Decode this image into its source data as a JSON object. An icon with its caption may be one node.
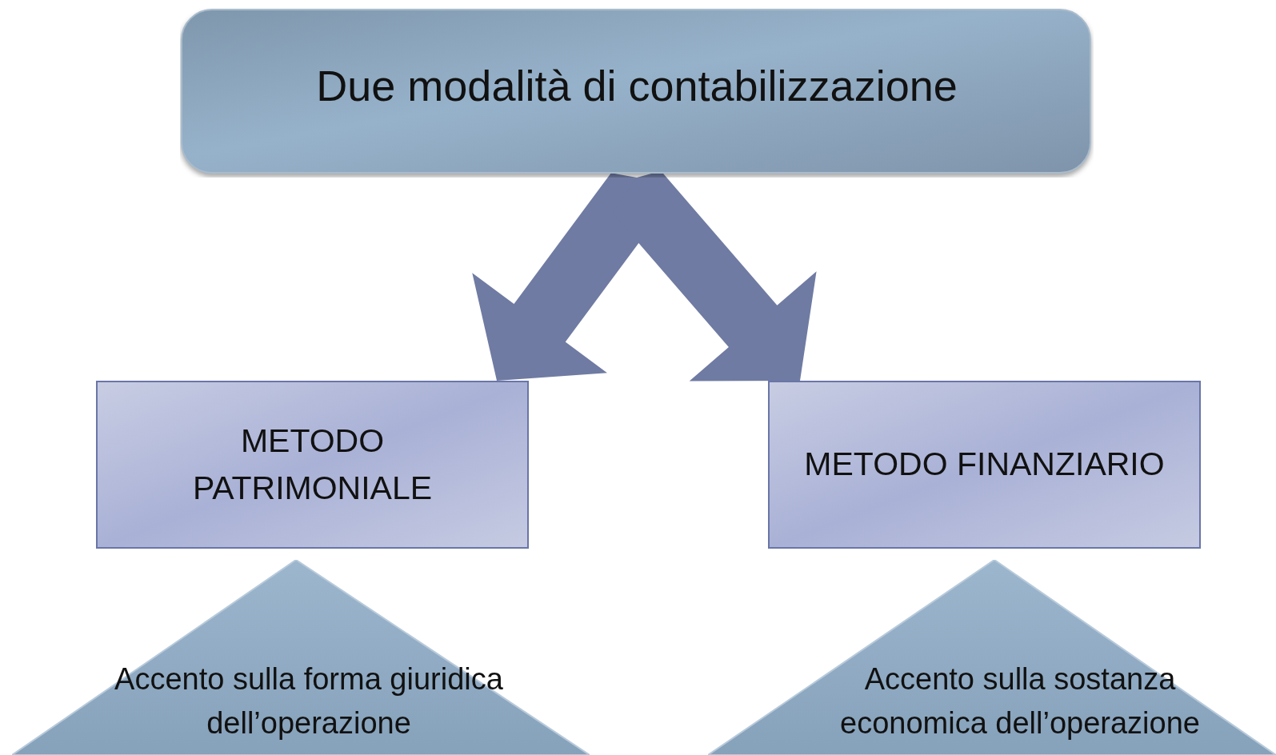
{
  "diagram": {
    "nodes": [
      {
        "text": [
          "Due modalità di contabilizzazione"
        ]
      },
      {
        "text": [
          "METODO PATRIMONIALE"
        ]
      },
      {
        "text": [
          "METODO FINANZIARIO"
        ]
      },
      {
        "text": [
          "Accento sulla forma giuridica dell’operazione"
        ]
      },
      {
        "text": [
          "Accento sulla sostanza economica dell’operazione"
        ]
      }
    ],
    "edges": [
      {
        "from": 0,
        "to": 1,
        "arrow": "to"
      },
      {
        "from": 0,
        "to": 2,
        "arrow": "to"
      }
    ]
  }
}
